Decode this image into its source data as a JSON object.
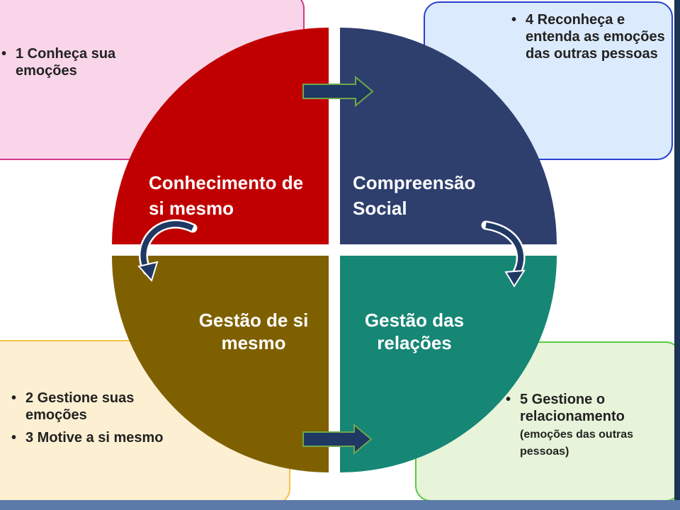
{
  "boxes": {
    "top_left": {
      "items": [
        "1 Conheça sua emoções"
      ]
    },
    "top_right": {
      "items": [
        "4 Reconheça e entenda as emoções das outras pessoas"
      ]
    },
    "bottom_left": {
      "items": [
        "2 Gestione suas emoções",
        "3 Motive a si mesmo"
      ]
    },
    "bottom_right": {
      "item_main": "5 Gestione o relacionamento",
      "item_note": "(emoções das outras pessoas)"
    }
  },
  "quadrants": {
    "q1": {
      "label": "Conhecimento de si mesmo",
      "color": "#c00000"
    },
    "q2": {
      "label": "Compreensão Social",
      "color": "#2e3f6e"
    },
    "q3": {
      "label": "Gestão de si mesmo",
      "color": "#7f6000"
    },
    "q4": {
      "label": "Gestão das relações",
      "color": "#168675"
    }
  },
  "icons": [
    "arrow-right-icon",
    "curved-arrow-icon"
  ]
}
